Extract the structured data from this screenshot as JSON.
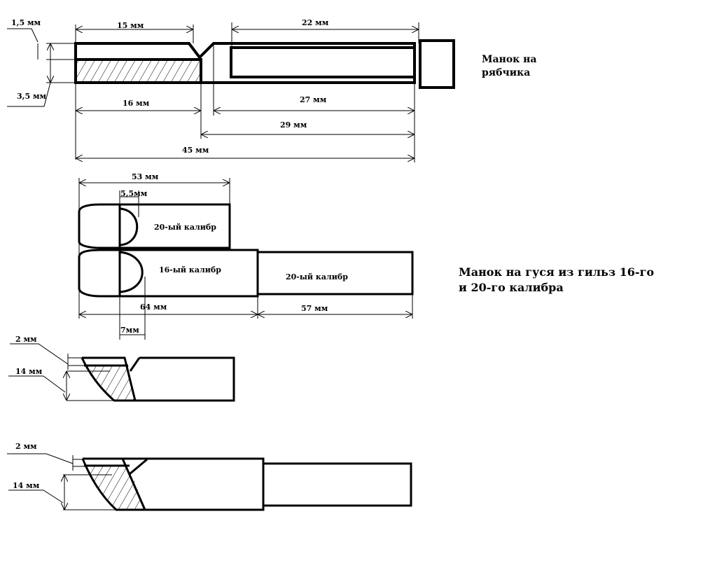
{
  "grouse_call": {
    "title_line1": "Манок на",
    "title_line2": "рябчика",
    "dims": {
      "d1_5": "1,5 мм",
      "d3_5": "3,5 мм",
      "d15": "15 мм",
      "d22": "22 мм",
      "d16": "16 мм",
      "d27": "27 мм",
      "d29": "29 мм",
      "d45": "45 мм"
    }
  },
  "goose_call": {
    "title_line1": "Манок на гуся из гильз 16-го",
    "title_line2": "и 20-го калибра",
    "labels": {
      "shell_20_top": "20-ый калибр",
      "shell_16": "16-ый калибр",
      "shell_20_right": "20-ый калибр"
    },
    "dims": {
      "d53": "53 мм",
      "d5_5": "5,5мм",
      "d64": "64 мм",
      "d57": "57 мм",
      "d7": "7мм"
    }
  },
  "section_small": {
    "dims": {
      "d2": "2 мм",
      "d14": "14 мм"
    }
  },
  "section_large": {
    "dims": {
      "d2": "2 мм",
      "d14": "14 мм"
    }
  }
}
